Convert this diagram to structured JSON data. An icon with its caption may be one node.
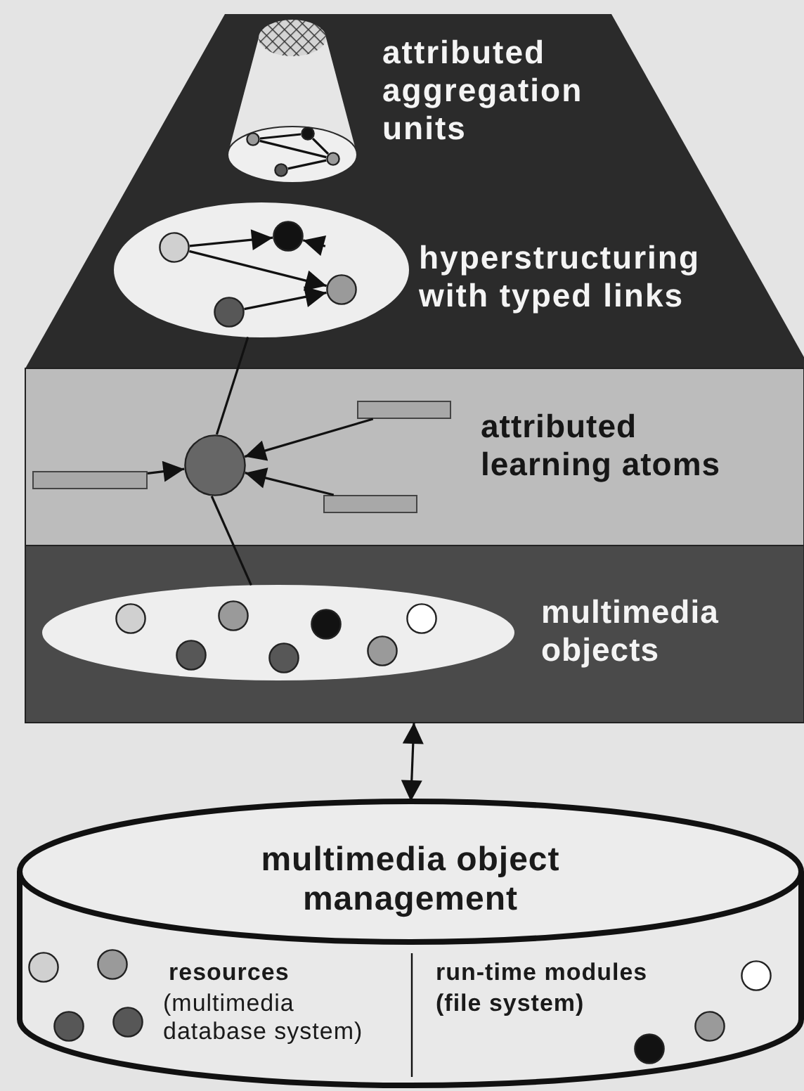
{
  "diagram": {
    "nodes": [
      {
        "text": [],
        "shape": "band"
      },
      {
        "text": [],
        "shape": "cone",
        "in": 0,
        "beside": [
          "attributed aggregation units"
        ]
      },
      {
        "text": [],
        "shape": "circle",
        "in": 1
      },
      {
        "text": [],
        "shape": "circle",
        "in": 1
      },
      {
        "text": [],
        "shape": "circle",
        "in": 1
      },
      {
        "text": [],
        "shape": "circle",
        "in": 1
      },
      {
        "text": [],
        "shape": "ellipse",
        "in": 0,
        "beside": [
          "hyperstructuring with typed links"
        ]
      },
      {
        "text": [],
        "shape": "circle",
        "in": 6
      },
      {
        "text": [],
        "shape": "circle",
        "in": 6
      },
      {
        "text": [],
        "shape": "circle",
        "in": 6
      },
      {
        "text": [],
        "shape": "circle",
        "in": 6
      },
      {
        "text": [
          "attributed learning atoms"
        ]
      },
      {
        "text": [],
        "shape": "circle",
        "in": 11
      },
      {
        "text": [],
        "shape": "bar",
        "in": 11
      },
      {
        "text": [],
        "shape": "bar",
        "in": 11
      },
      {
        "text": [],
        "shape": "bar",
        "in": 11
      },
      {
        "text": [
          "multimedia objects"
        ]
      },
      {
        "text": [],
        "shape": "ellipse",
        "in": 16
      },
      {
        "text": [],
        "shape": "circle",
        "in": 17
      },
      {
        "text": [],
        "shape": "circle",
        "in": 17
      },
      {
        "text": [],
        "shape": "circle",
        "in": 17
      },
      {
        "text": [],
        "shape": "circle",
        "in": 17
      },
      {
        "text": [],
        "shape": "circle",
        "in": 17
      },
      {
        "text": [],
        "shape": "circle",
        "in": 17
      },
      {
        "text": [],
        "shape": "circle",
        "in": 17
      },
      {
        "text": [
          "multimedia object management",
          "resources",
          "(multimedia database system)",
          "run-time modules",
          "(file system)"
        ]
      },
      {
        "text": [],
        "shape": "circle",
        "in": 25
      },
      {
        "text": [],
        "shape": "circle",
        "in": 25
      },
      {
        "text": [],
        "shape": "circle",
        "in": 25
      },
      {
        "text": [],
        "shape": "circle",
        "in": 25
      },
      {
        "text": [],
        "shape": "circle",
        "in": 25
      },
      {
        "text": [],
        "shape": "circle",
        "in": 25
      },
      {
        "text": [],
        "shape": "circle",
        "in": 25
      }
    ],
    "edges": [
      {
        "from": 2,
        "to": 3,
        "arrow": "none"
      },
      {
        "from": 2,
        "to": 4,
        "arrow": "none"
      },
      {
        "from": 3,
        "to": 4,
        "arrow": "none"
      },
      {
        "from": 5,
        "to": 4,
        "arrow": "none"
      },
      {
        "from": 7,
        "to": 8,
        "arrow": "to"
      },
      {
        "from": 7,
        "to": 9,
        "arrow": "to"
      },
      {
        "from": 10,
        "to": 9,
        "arrow": "to"
      },
      {
        "from": null,
        "to": 8,
        "arrow": "to"
      },
      {
        "from": 13,
        "to": 12,
        "arrow": "to"
      },
      {
        "from": 14,
        "to": 12,
        "arrow": "to"
      },
      {
        "from": 15,
        "to": 12,
        "arrow": "to"
      },
      {
        "from": 12,
        "to": 6,
        "arrow": "none"
      },
      {
        "from": 12,
        "to": 17,
        "arrow": "none"
      },
      {
        "from": 16,
        "to": 25,
        "arrow": "both"
      }
    ]
  }
}
